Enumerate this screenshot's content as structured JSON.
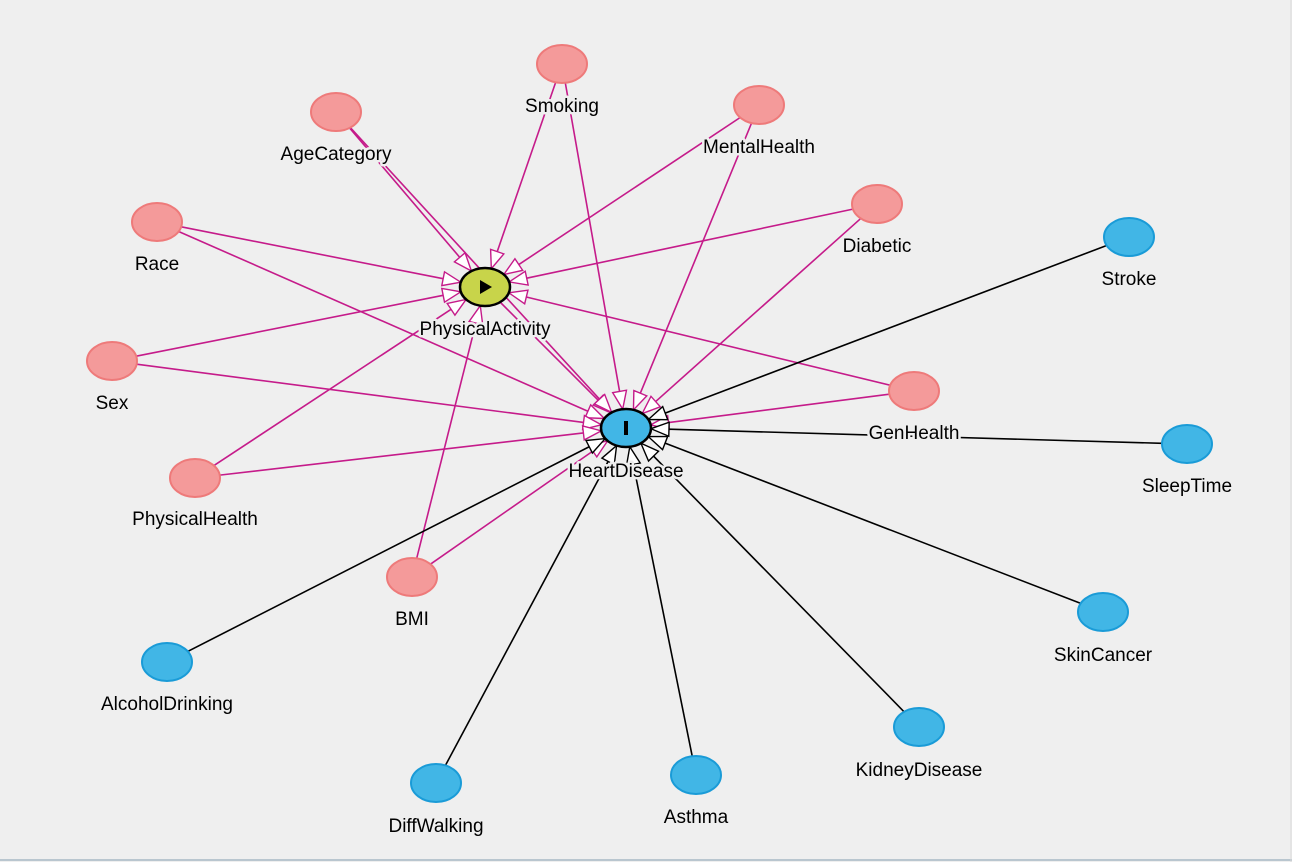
{
  "colors": {
    "background": "#efefef",
    "exposure_fill": "#c8d44a",
    "outcome_fill": "#41b6e6",
    "ancestor_fill": "#f49a9a",
    "ancestor_stroke": "#ee7a7a",
    "other_fill": "#41b6e6",
    "other_stroke": "#1a9bd7",
    "causal_edge": "#c51b8a",
    "plain_edge": "#000000"
  },
  "nodes": [
    {
      "id": "PhysicalActivity",
      "label": "PhysicalActivity",
      "role": "exposure",
      "icon": "play-icon"
    },
    {
      "id": "HeartDisease",
      "label": "HeartDisease",
      "role": "outcome",
      "icon": "outcome-bar-icon"
    },
    {
      "id": "Smoking",
      "label": "Smoking",
      "role": "ancestor"
    },
    {
      "id": "AgeCategory",
      "label": "AgeCategory",
      "role": "ancestor"
    },
    {
      "id": "MentalHealth",
      "label": "MentalHealth",
      "role": "ancestor"
    },
    {
      "id": "Diabetic",
      "label": "Diabetic",
      "role": "ancestor"
    },
    {
      "id": "Race",
      "label": "Race",
      "role": "ancestor"
    },
    {
      "id": "Sex",
      "label": "Sex",
      "role": "ancestor"
    },
    {
      "id": "PhysicalHealth",
      "label": "PhysicalHealth",
      "role": "ancestor"
    },
    {
      "id": "BMI",
      "label": "BMI",
      "role": "ancestor"
    },
    {
      "id": "GenHealth",
      "label": "GenHealth",
      "role": "ancestor"
    },
    {
      "id": "Stroke",
      "label": "Stroke",
      "role": "other"
    },
    {
      "id": "SleepTime",
      "label": "SleepTime",
      "role": "other"
    },
    {
      "id": "SkinCancer",
      "label": "SkinCancer",
      "role": "other"
    },
    {
      "id": "KidneyDisease",
      "label": "KidneyDisease",
      "role": "other"
    },
    {
      "id": "Asthma",
      "label": "Asthma",
      "role": "other"
    },
    {
      "id": "DiffWalking",
      "label": "DiffWalking",
      "role": "other"
    },
    {
      "id": "AlcoholDrinking",
      "label": "AlcoholDrinking",
      "role": "other"
    }
  ],
  "edges": [
    {
      "from": "Smoking",
      "to": "PhysicalActivity",
      "kind": "causal"
    },
    {
      "from": "AgeCategory",
      "to": "PhysicalActivity",
      "kind": "causal"
    },
    {
      "from": "MentalHealth",
      "to": "PhysicalActivity",
      "kind": "causal"
    },
    {
      "from": "Diabetic",
      "to": "PhysicalActivity",
      "kind": "causal"
    },
    {
      "from": "Race",
      "to": "PhysicalActivity",
      "kind": "causal"
    },
    {
      "from": "Sex",
      "to": "PhysicalActivity",
      "kind": "causal"
    },
    {
      "from": "PhysicalHealth",
      "to": "PhysicalActivity",
      "kind": "causal"
    },
    {
      "from": "BMI",
      "to": "PhysicalActivity",
      "kind": "causal"
    },
    {
      "from": "GenHealth",
      "to": "PhysicalActivity",
      "kind": "causal"
    },
    {
      "from": "PhysicalActivity",
      "to": "HeartDisease",
      "kind": "causal"
    },
    {
      "from": "Smoking",
      "to": "HeartDisease",
      "kind": "causal"
    },
    {
      "from": "AgeCategory",
      "to": "HeartDisease",
      "kind": "causal"
    },
    {
      "from": "MentalHealth",
      "to": "HeartDisease",
      "kind": "causal"
    },
    {
      "from": "Diabetic",
      "to": "HeartDisease",
      "kind": "causal"
    },
    {
      "from": "Race",
      "to": "HeartDisease",
      "kind": "causal"
    },
    {
      "from": "Sex",
      "to": "HeartDisease",
      "kind": "causal"
    },
    {
      "from": "PhysicalHealth",
      "to": "HeartDisease",
      "kind": "causal"
    },
    {
      "from": "BMI",
      "to": "HeartDisease",
      "kind": "causal"
    },
    {
      "from": "GenHealth",
      "to": "HeartDisease",
      "kind": "causal"
    },
    {
      "from": "Stroke",
      "to": "HeartDisease",
      "kind": "plain"
    },
    {
      "from": "SleepTime",
      "to": "HeartDisease",
      "kind": "plain"
    },
    {
      "from": "SkinCancer",
      "to": "HeartDisease",
      "kind": "plain"
    },
    {
      "from": "KidneyDisease",
      "to": "HeartDisease",
      "kind": "plain"
    },
    {
      "from": "Asthma",
      "to": "HeartDisease",
      "kind": "plain"
    },
    {
      "from": "DiffWalking",
      "to": "HeartDisease",
      "kind": "plain"
    },
    {
      "from": "AlcoholDrinking",
      "to": "HeartDisease",
      "kind": "plain"
    }
  ]
}
